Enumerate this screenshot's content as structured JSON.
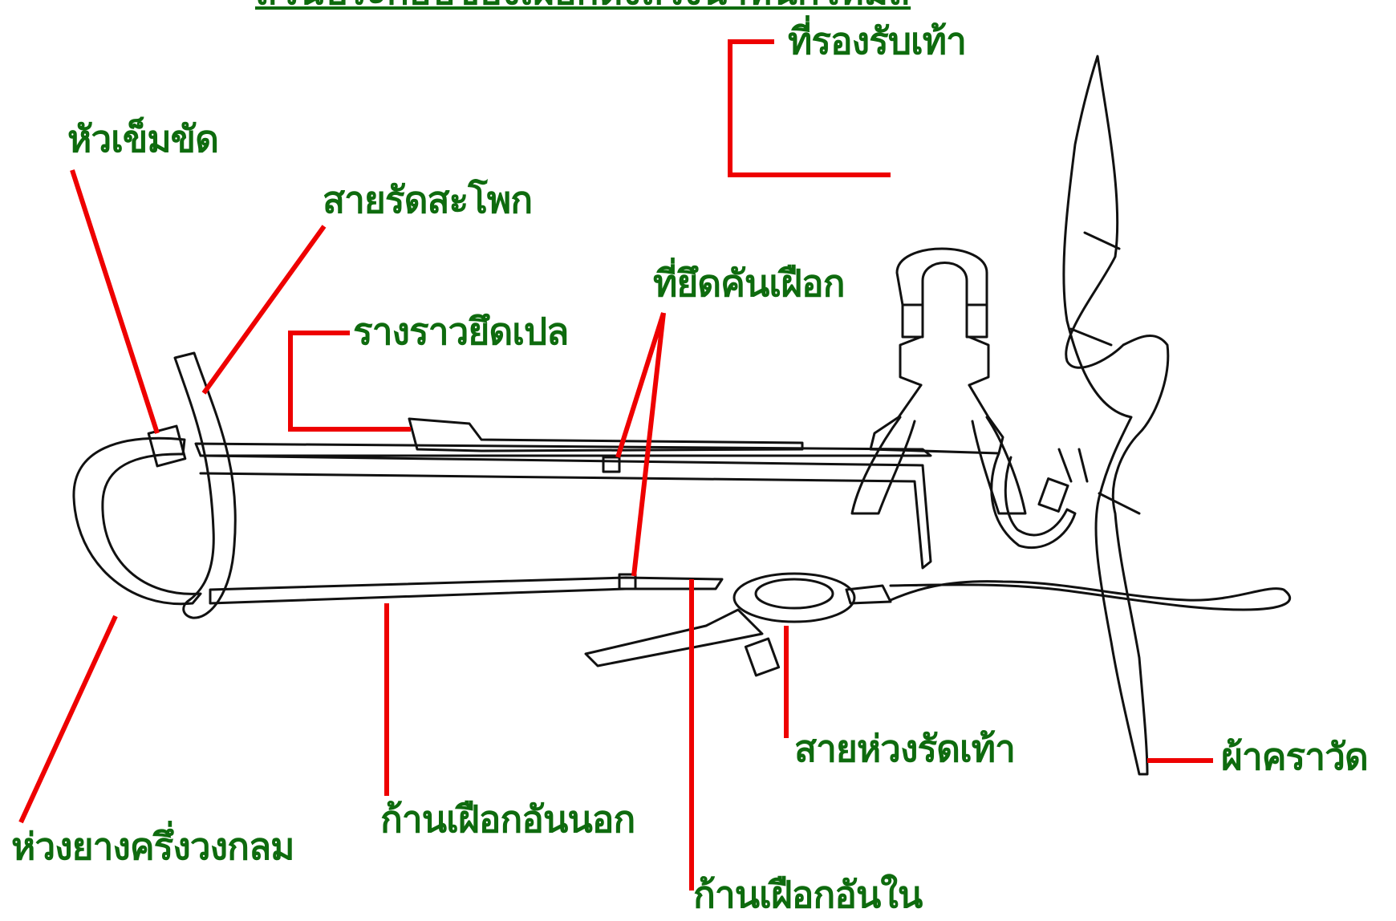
{
  "diagram": {
    "title": "ส่วนประกอบของเฝือกดึงถ่วงน้ำหนักโทมัส",
    "labels": {
      "foot_plate": "ที่รองรับเท้า",
      "buckle": "หัวเข็มขัด",
      "hip_strap": "สายรัดสะโพก",
      "splint_clamp": "ที่ยึดคันเฝือก",
      "stretcher_bar": "รางราวยึดเปล",
      "ring": "ห่วงยางครึ่งวงกลม",
      "outer_rod": "ก้านเฝือกอันนอก",
      "inner_rod": "ก้านเฝือกอันใน",
      "ankle_strap": "สายห่วงรัดเท้า",
      "cravat": "ผ้าคราวัด"
    }
  }
}
